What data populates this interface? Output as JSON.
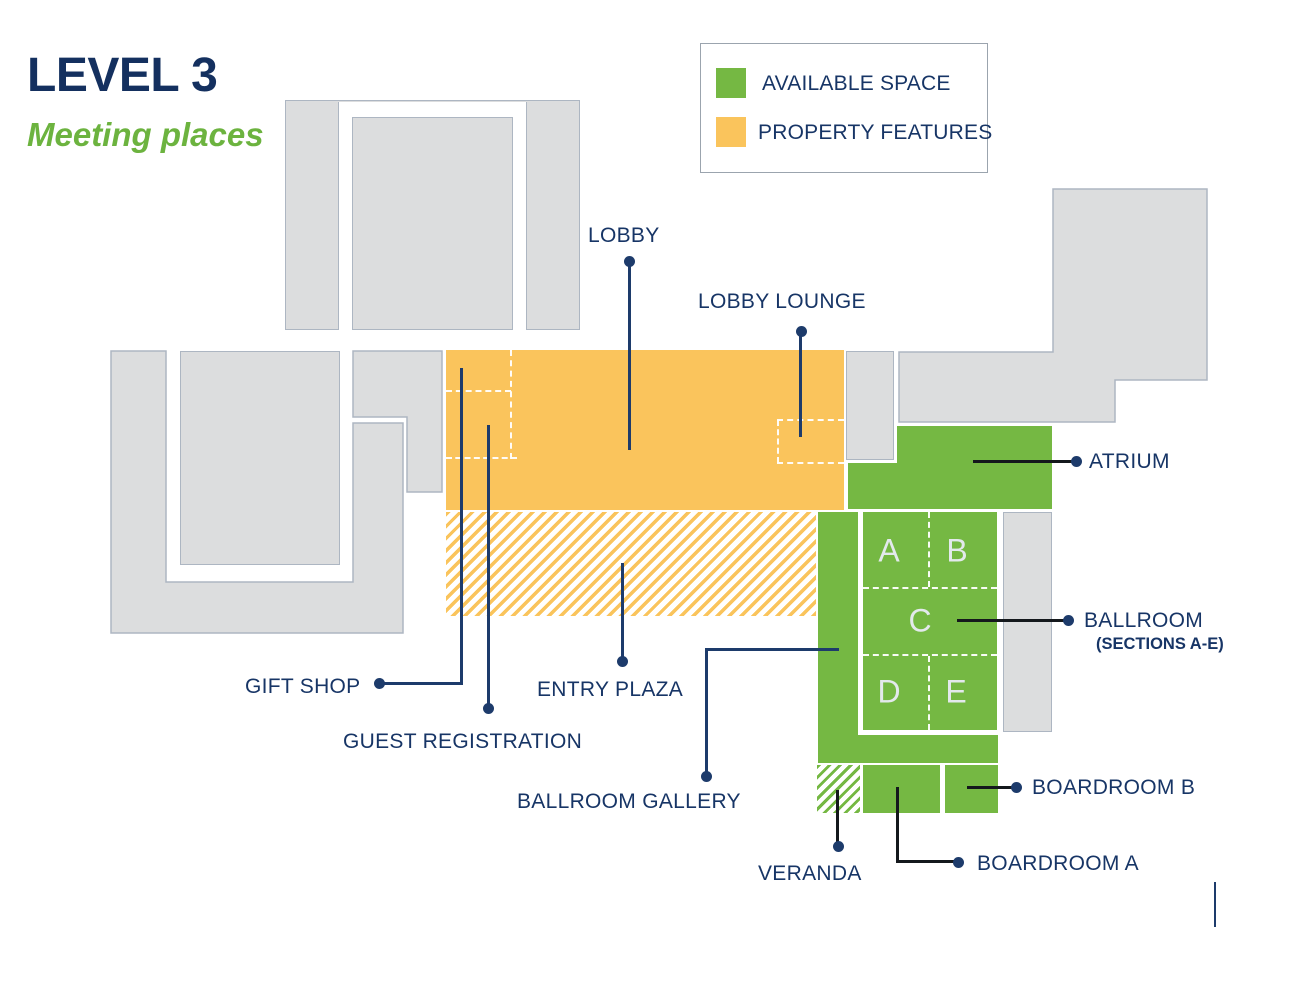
{
  "title": "LEVEL 3",
  "subtitle": "Meeting places",
  "legend": {
    "items": [
      {
        "label": "AVAILABLE SPACE",
        "color": "#75b843"
      },
      {
        "label": "PROPERTY FEATURES",
        "color": "#fac45c"
      }
    ]
  },
  "labels": {
    "lobby": "LOBBY",
    "lobby_lounge": "LOBBY LOUNGE",
    "atrium": "ATRIUM",
    "ballroom": "BALLROOM",
    "ballroom_sub": "(SECTIONS A-E)",
    "gift_shop": "GIFT SHOP",
    "guest_registration": "GUEST REGISTRATION",
    "entry_plaza": "ENTRY PLAZA",
    "ballroom_gallery": "BALLROOM GALLERY",
    "veranda": "VERANDA",
    "boardroom_a": "BOARDROOM A",
    "boardroom_b": "BOARDROOM B"
  },
  "ballroom_sections": [
    "A",
    "B",
    "C",
    "D",
    "E"
  ],
  "colors": {
    "available_space_green": "#75b843",
    "property_features_yellow": "#fac45c",
    "building_gray": "#dcddde",
    "building_border": "#adb6c2",
    "navy_text": "#173566",
    "leader_line_navy": "#1d3b6b",
    "leader_line_dark": "#14181c"
  }
}
